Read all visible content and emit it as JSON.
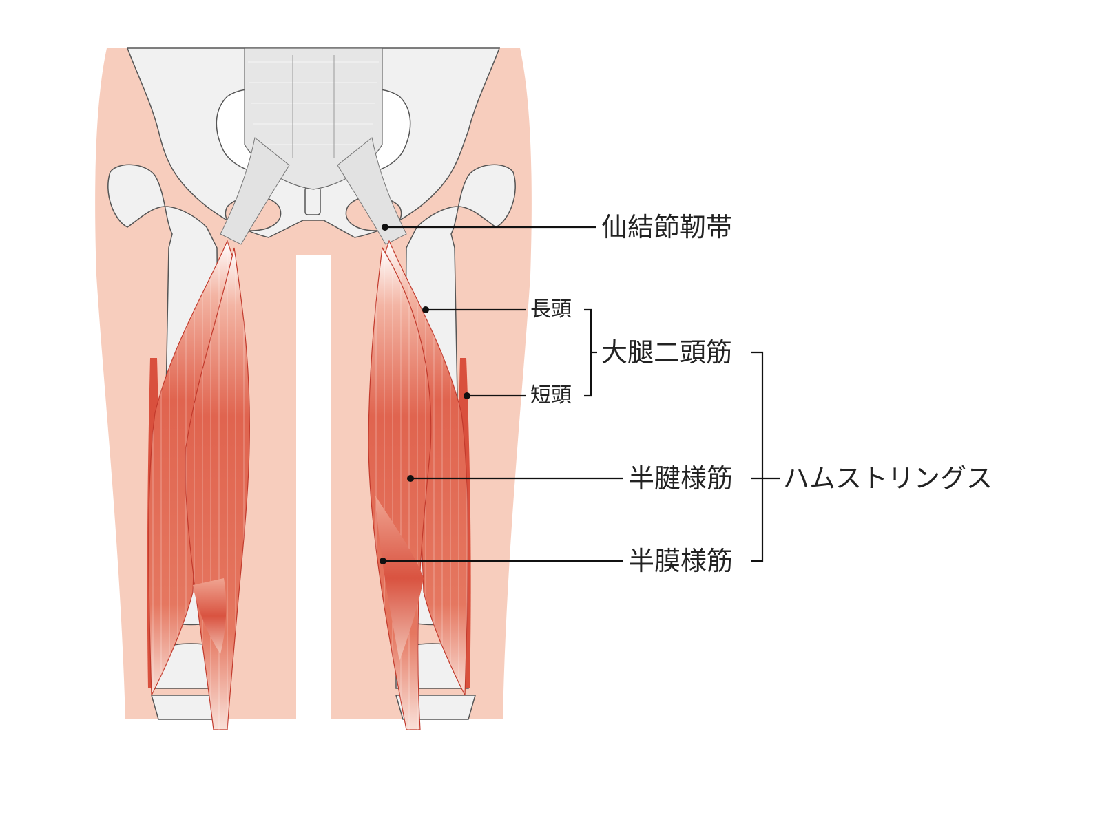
{
  "labels": {
    "sacrotuberous_ligament": "仙結節靭帯",
    "long_head": "長頭",
    "short_head": "短頭",
    "biceps_femoris": "大腿二頭筋",
    "semitendinosus": "半腱様筋",
    "semimembranosus": "半膜様筋",
    "hamstrings": "ハムストリングス"
  },
  "colors": {
    "skin": "#f7cdbd",
    "bone": "#f1f1f1",
    "bone_outline": "#555555",
    "ligament": "#e4e4e4",
    "muscle": "#e0644f",
    "muscle_dark": "#c23a2c",
    "leader": "#111111"
  }
}
